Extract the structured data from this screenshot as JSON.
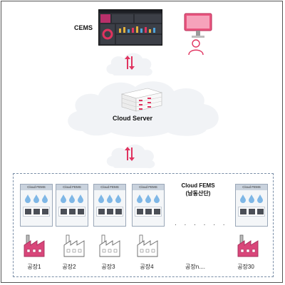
{
  "top": {
    "cems_label": "CEMS"
  },
  "middle": {
    "cloud_server_label": "Cloud Server"
  },
  "fems": {
    "title_line1": "Cloud FEMS",
    "title_line2": "(남동산단)",
    "panel_header": "Cloud FEMS",
    "ellipsis": ". . . . . .",
    "factories": [
      "공장1",
      "공장2",
      "공장3",
      "공장4",
      "공장n....",
      "공장30"
    ]
  },
  "colors": {
    "arrow_up": "#e0335f",
    "arrow_down": "#e0335f",
    "cloud_fill": "#f1f3f6",
    "monitor_pink": "#e9557f",
    "factory_pink": "#d9467a"
  },
  "icons": [
    "dashboard-screen",
    "monitor-icon",
    "user-icon",
    "cloud-icon",
    "server-rack-icon",
    "sync-arrows-icon",
    "water-meter-icon",
    "device-panel-icon",
    "factory-icon"
  ]
}
